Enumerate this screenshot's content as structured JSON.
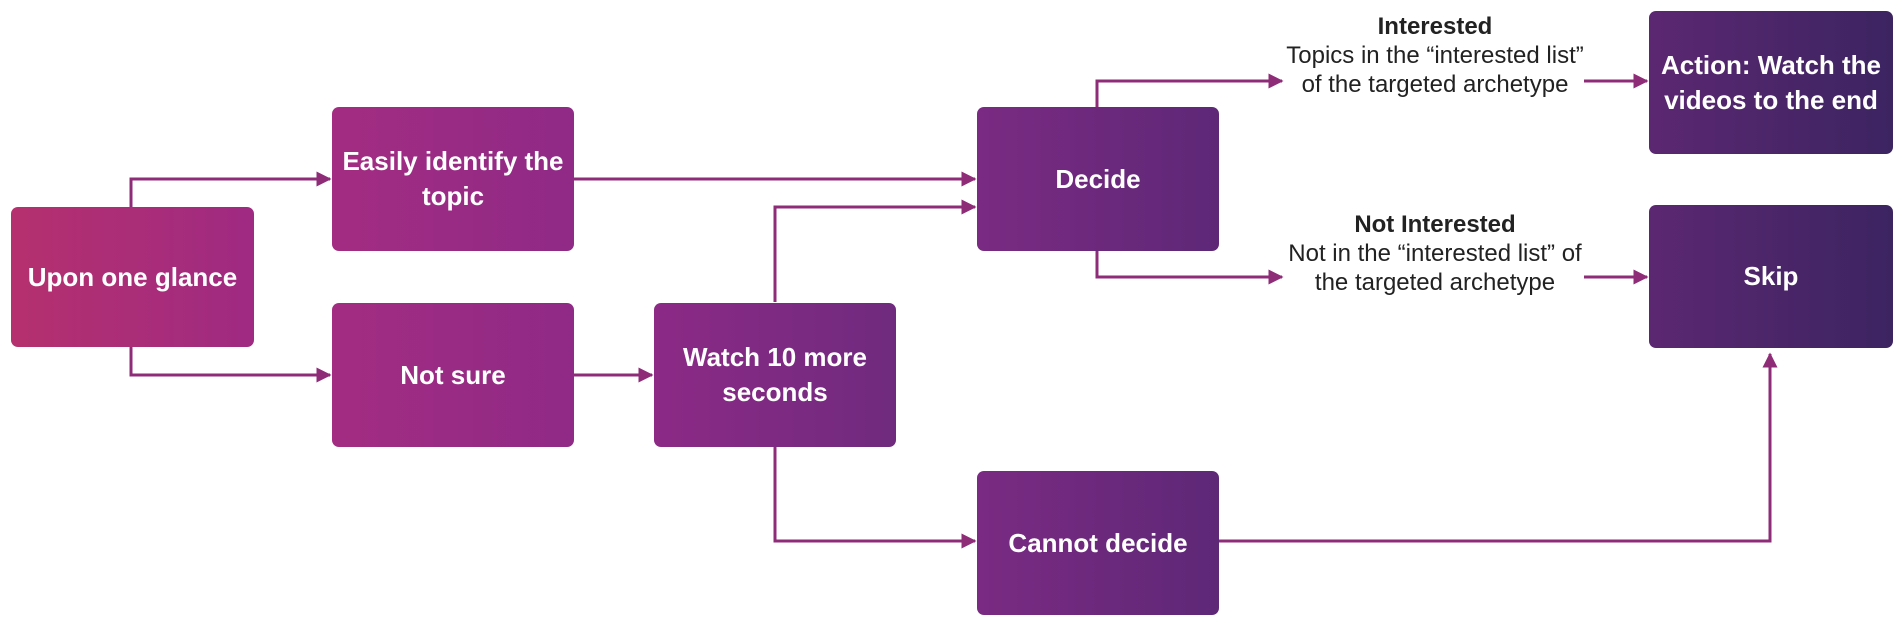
{
  "nodes": {
    "glance": {
      "text": "Upon one glance"
    },
    "identify": {
      "text": "Easily identify the topic"
    },
    "notsure": {
      "text": "Not sure"
    },
    "watch": {
      "text": "Watch 10 more seconds"
    },
    "decide": {
      "text": "Decide"
    },
    "cannot": {
      "text": "Cannot decide"
    },
    "action": {
      "text": "Action: Watch the videos to the end"
    },
    "skip": {
      "text": "Skip"
    }
  },
  "labels": {
    "interested": {
      "head": "Interested",
      "body": "Topics in the “interested list” of the targeted archetype"
    },
    "not_interested": {
      "head": "Not Interested",
      "body": "Not in the “interested list” of the targeted archetype"
    }
  },
  "colors": {
    "arrow": "#8e2c78",
    "gradient_stops": [
      "#b5306e",
      "#9a2a86",
      "#7a2a80",
      "#5b2771",
      "#3c2461"
    ]
  }
}
